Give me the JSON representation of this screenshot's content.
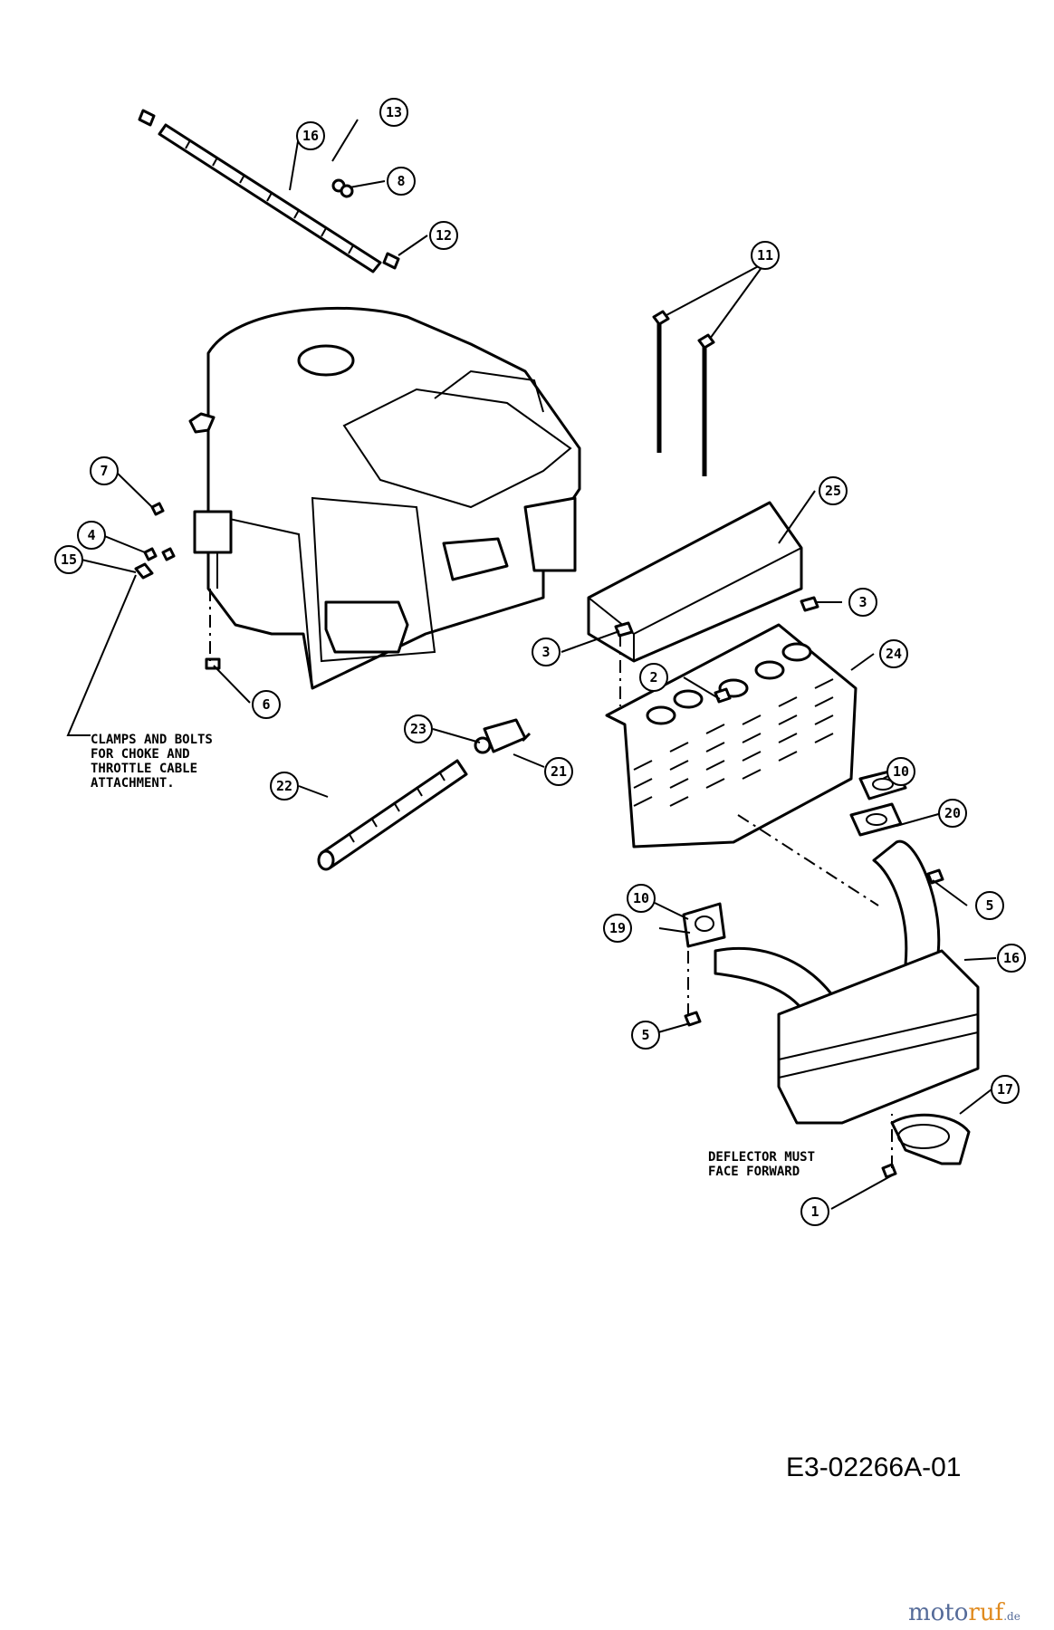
{
  "callouts": [
    {
      "n": "1"
    },
    {
      "n": "2"
    },
    {
      "n": "3"
    },
    {
      "n": "3"
    },
    {
      "n": "4"
    },
    {
      "n": "5"
    },
    {
      "n": "5"
    },
    {
      "n": "6"
    },
    {
      "n": "7"
    },
    {
      "n": "8"
    },
    {
      "n": "10"
    },
    {
      "n": "10"
    },
    {
      "n": "11"
    },
    {
      "n": "12"
    },
    {
      "n": "13"
    },
    {
      "n": "15"
    },
    {
      "n": "16"
    },
    {
      "n": "16"
    },
    {
      "n": "17"
    },
    {
      "n": "19"
    },
    {
      "n": "20"
    },
    {
      "n": "21"
    },
    {
      "n": "22"
    },
    {
      "n": "23"
    },
    {
      "n": "24"
    },
    {
      "n": "25"
    }
  ],
  "notes": {
    "clamps": "CLAMPS AND BOLTS\nFOR CHOKE AND\nTHROTTLE CABLE\nATTACHMENT.",
    "deflector": "DEFLECTOR MUST\nFACE FORWARD"
  },
  "drawing_number": "E3-02266A-01",
  "logo": {
    "part1": "moto",
    "part2": "ruf",
    "part3": ".de"
  }
}
